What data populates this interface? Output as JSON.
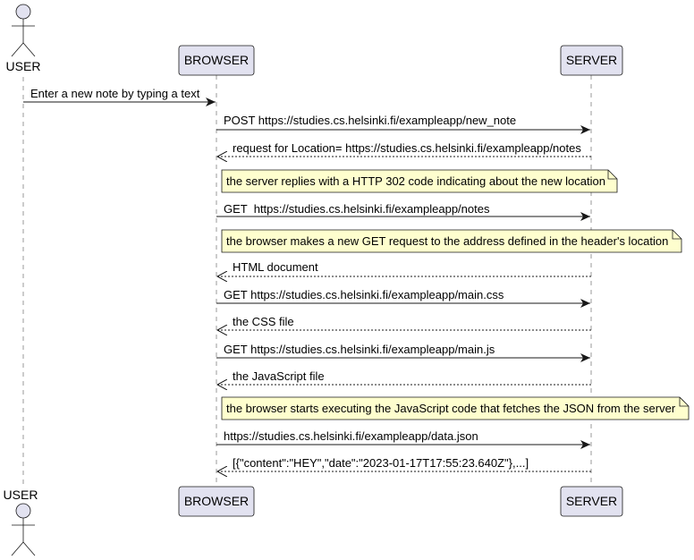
{
  "participants": [
    {
      "id": "user",
      "label": "USER",
      "kind": "actor"
    },
    {
      "id": "browser",
      "label": "BROWSER",
      "kind": "box"
    },
    {
      "id": "server",
      "label": "SERVER",
      "kind": "box"
    }
  ],
  "messages": [
    {
      "from": "user",
      "to": "browser",
      "text": "Enter a new note by typing a text",
      "style": "solid"
    },
    {
      "from": "browser",
      "to": "server",
      "text": "POST https://studies.cs.helsinki.fi/exampleapp/new_note",
      "style": "solid"
    },
    {
      "from": "server",
      "to": "browser",
      "text": "request for Location= https://studies.cs.helsinki.fi/exampleapp/notes",
      "style": "dashed"
    },
    {
      "note": "the server replies with a HTTP 302 code indicating about the new location"
    },
    {
      "from": "browser",
      "to": "server",
      "text": "GET  https://studies.cs.helsinki.fi/exampleapp/notes",
      "style": "solid"
    },
    {
      "note": "the browser makes a new GET request to the address defined in the header's location"
    },
    {
      "from": "server",
      "to": "browser",
      "text": "HTML document",
      "style": "dashed"
    },
    {
      "from": "browser",
      "to": "server",
      "text": "GET https://studies.cs.helsinki.fi/exampleapp/main.css",
      "style": "solid"
    },
    {
      "from": "server",
      "to": "browser",
      "text": "the CSS file",
      "style": "dashed"
    },
    {
      "from": "browser",
      "to": "server",
      "text": "GET https://studies.cs.helsinki.fi/exampleapp/main.js",
      "style": "solid"
    },
    {
      "from": "server",
      "to": "browser",
      "text": "the JavaScript file",
      "style": "dashed"
    },
    {
      "note": "the browser starts executing the JavaScript code that fetches the JSON from the server"
    },
    {
      "from": "browser",
      "to": "server",
      "text": "https://studies.cs.helsinki.fi/exampleapp/data.json",
      "style": "solid"
    },
    {
      "from": "server",
      "to": "browser",
      "text": "[{\"content\":\"HEY\",\"date\":\"2023-01-17T17:55:23.640Z\"},...]",
      "style": "dashed"
    }
  ],
  "colors": {
    "participant_fill": "#e2e2f0",
    "participant_stroke": "#181818",
    "note_fill": "#fefece",
    "lifeline": "#999999"
  }
}
